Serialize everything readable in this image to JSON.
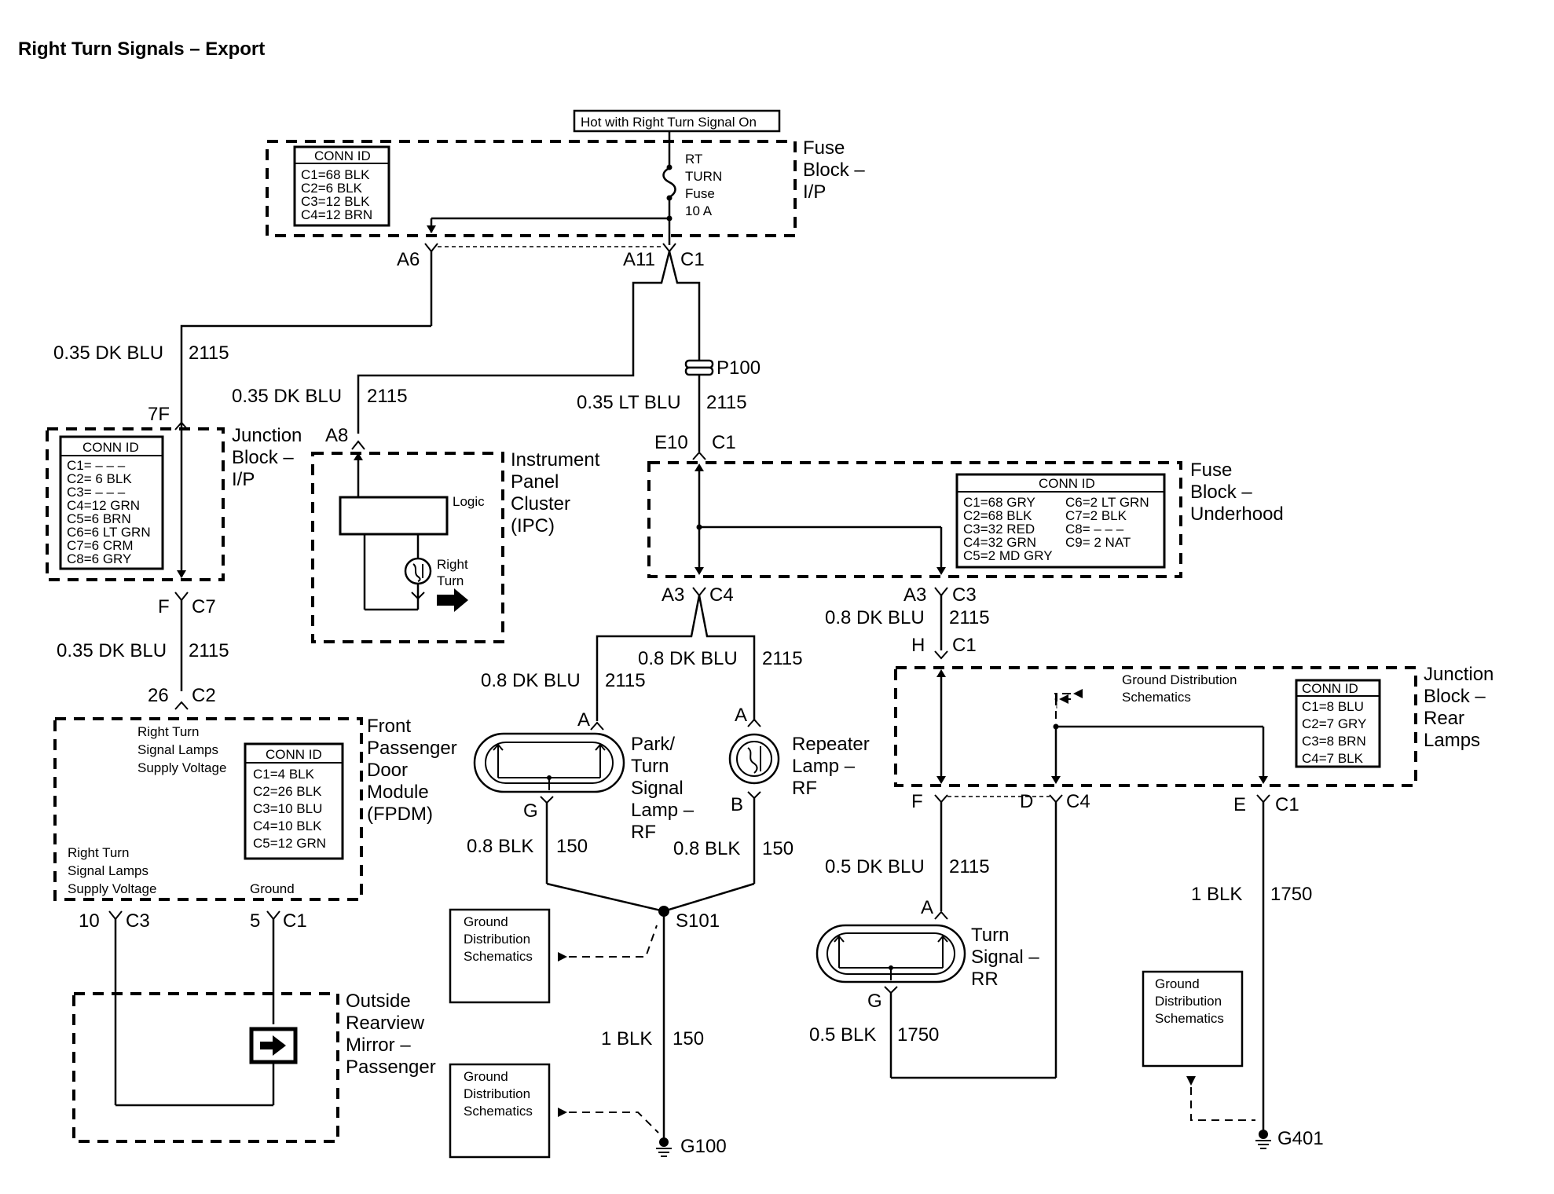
{
  "title": "Right Turn Signals – Export",
  "hot_label": "Hot with Right Turn Signal On",
  "fuse_block_ip": {
    "name": [
      "Fuse",
      "Block –",
      "I/P"
    ],
    "conn_id_title": "CONN ID",
    "conn_ids": [
      "C1=68 BLK",
      "C2=6 BLK",
      "C3=12 BLK",
      "C4=12 BRN"
    ],
    "fuse": [
      "RT",
      "TURN",
      "Fuse",
      "10 A"
    ],
    "pin_a6": "A6",
    "pin_a11": "A11",
    "conn_c1": "C1"
  },
  "junction_block_ip": {
    "name": [
      "Junction",
      "Block –",
      "I/P"
    ],
    "conn_id_title": "CONN ID",
    "conn_ids": [
      "C1= – – –",
      "C2= 6 BLK",
      "C3= – – –",
      "C4=12 GRN",
      "C5=6 BRN",
      "C6=6 LT GRN",
      "C7=6 CRM",
      "C8=6 GRY"
    ],
    "pin_in": "7F",
    "pin_out": "F",
    "conn_out": "C7"
  },
  "wires": {
    "w1": {
      "gauge": "0.35 DK BLU",
      "circuit": "2115"
    },
    "w2": {
      "gauge": "0.35 DK BLU",
      "circuit": "2115"
    },
    "w3": {
      "gauge": "0.35 LT BLU",
      "circuit": "2115"
    },
    "w4": {
      "gauge": "0.35 DK BLU",
      "circuit": "2115"
    },
    "w5": {
      "gauge": "0.8 DK BLU",
      "circuit": "2115"
    },
    "w6": {
      "gauge": "0.8 DK BLU",
      "circuit": "2115"
    },
    "w7": {
      "gauge": "0.8 DK BLU",
      "circuit": "2115"
    },
    "w8": {
      "gauge": "0.8 BLK",
      "circuit": "150"
    },
    "w9": {
      "gauge": "0.8 BLK",
      "circuit": "150"
    },
    "w10": {
      "gauge": "1 BLK",
      "circuit": "150"
    },
    "w11": {
      "gauge": "0.5 DK BLU",
      "circuit": "2115"
    },
    "w12": {
      "gauge": "0.5 BLK",
      "circuit": "1750"
    },
    "w13": {
      "gauge": "1 BLK",
      "circuit": "1750"
    }
  },
  "ipc": {
    "name": [
      "Instrument",
      "Panel",
      "Cluster",
      "(IPC)"
    ],
    "pin": "A8",
    "logic": "Logic",
    "indicator": [
      "Right",
      "Turn"
    ]
  },
  "p100": "P100",
  "fuse_block_underhood": {
    "name": [
      "Fuse",
      "Block –",
      "Underhood"
    ],
    "conn_id_title": "CONN ID",
    "conn_ids_left": [
      "C1=68 GRY",
      "C2=68 BLK",
      "C3=32 RED",
      "C4=32 GRN",
      "C5=2 MD GRY"
    ],
    "conn_ids_right": [
      "C6=2 LT GRN",
      "C7=2 BLK",
      "C8= – – –",
      "C9= 2 NAT"
    ],
    "pin_in": "E10",
    "conn_in": "C1",
    "pin_a3_left": "A3",
    "conn_c4": "C4",
    "pin_a3_right": "A3",
    "conn_c3": "C3"
  },
  "fpdm": {
    "name": [
      "Front",
      "Passenger",
      "Door",
      "Module",
      "(FPDM)"
    ],
    "pin_in": "26",
    "conn_in": "C2",
    "supply_top": [
      "Right Turn",
      "Signal Lamps",
      "Supply Voltage"
    ],
    "supply_bottom": [
      "Right Turn",
      "Signal Lamps",
      "Supply Voltage"
    ],
    "ground": "Ground",
    "conn_id_title": "CONN ID",
    "conn_ids": [
      "C1=4 BLK",
      "C2=26 BLK",
      "C3=10 BLU",
      "C4=10 BLK",
      "C5=12 GRN"
    ],
    "pin_10": "10",
    "conn_c3": "C3",
    "pin_5": "5",
    "conn_c1": "C1"
  },
  "mirror": {
    "name": [
      "Outside",
      "Rearview",
      "Mirror –",
      "Passenger"
    ]
  },
  "park_lamp": {
    "name": [
      "Park/",
      "Turn",
      "Signal",
      "Lamp –",
      "RF"
    ],
    "pin_a": "A",
    "pin_g": "G"
  },
  "repeater": {
    "name": [
      "Repeater",
      "Lamp –",
      "RF"
    ],
    "pin_a": "A",
    "pin_b": "B"
  },
  "junction_block_rear": {
    "name": [
      "Junction",
      "Block –",
      "Rear",
      "Lamps"
    ],
    "conn_id_title": "CONN ID",
    "conn_ids": [
      "C1=8 BLU",
      "C2=7 GRY",
      "C3=8 BRN",
      "C4=7 BLK"
    ],
    "gds": [
      "Ground Distribution",
      "Schematics"
    ],
    "pin_h": "H",
    "conn_h": "C1",
    "pin_f": "F",
    "pin_d": "D",
    "conn_c4": "C4",
    "pin_e": "E",
    "conn_c1": "C1"
  },
  "turn_signal_rr": {
    "name": [
      "Turn",
      "Signal –",
      "RR"
    ],
    "pin_a": "A",
    "pin_g": "G"
  },
  "s101": "S101",
  "g100": "G100",
  "g401": "G401",
  "gds_box1": [
    "Ground",
    "Distribution",
    "Schematics"
  ],
  "gds_box2": [
    "Ground",
    "Distribution",
    "Schematics"
  ],
  "gds_box3": [
    "Ground",
    "Distribution",
    "Schematics"
  ]
}
